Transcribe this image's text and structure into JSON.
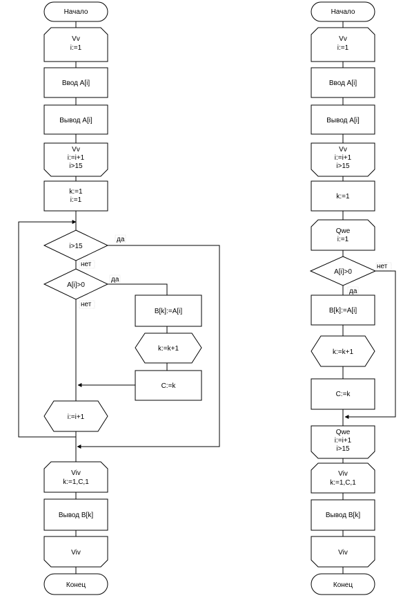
{
  "left": {
    "start": "Начало",
    "loop1_open": [
      "Vv",
      "i:=1"
    ],
    "input_a": "Ввод A[i]",
    "output_a": "Вывод A[i]",
    "loop1_close": [
      "Vv",
      "i:=i+1",
      "i>15"
    ],
    "init_k": [
      "k:=1",
      "i:=1"
    ],
    "cond_i": "i>15",
    "cond_i_yes": "да",
    "cond_i_no": "нет",
    "cond_a": "A[i]>0",
    "cond_a_yes": "да",
    "cond_a_no": "нет",
    "assign_b": "B[k]:=A[i]",
    "inc_k": "k:=k+1",
    "assign_c": "C:=k",
    "inc_i": "i:=i+1",
    "loop2_open": [
      "Viv",
      "k:=1,C,1"
    ],
    "output_b": "Вывод B[k]",
    "loop2_close": "Viv",
    "end": "Конец"
  },
  "right": {
    "start": "Начало",
    "loop1_open": [
      "Vv",
      "i:=1"
    ],
    "input_a": "Ввод A[i]",
    "output_a": "Вывод A[i]",
    "loop1_close": [
      "Vv",
      "i:=i+1",
      "i>15"
    ],
    "init_k": "k:=1",
    "loop_q_open": [
      "Qwe",
      "i:=1"
    ],
    "cond_a": "A[i]>0",
    "cond_a_yes": "да",
    "cond_a_no": "нет",
    "assign_b": "B[k]:=A[i]",
    "inc_k": "k:=k+1",
    "assign_c": "C:=k",
    "loop_q_close": [
      "Qwe",
      "i:=i+1",
      "i>15"
    ],
    "loop2_open": [
      "Viv",
      "k:=1,C,1"
    ],
    "output_b": "Вывод B[k]",
    "loop2_close": "Viv",
    "end": "Конец"
  }
}
